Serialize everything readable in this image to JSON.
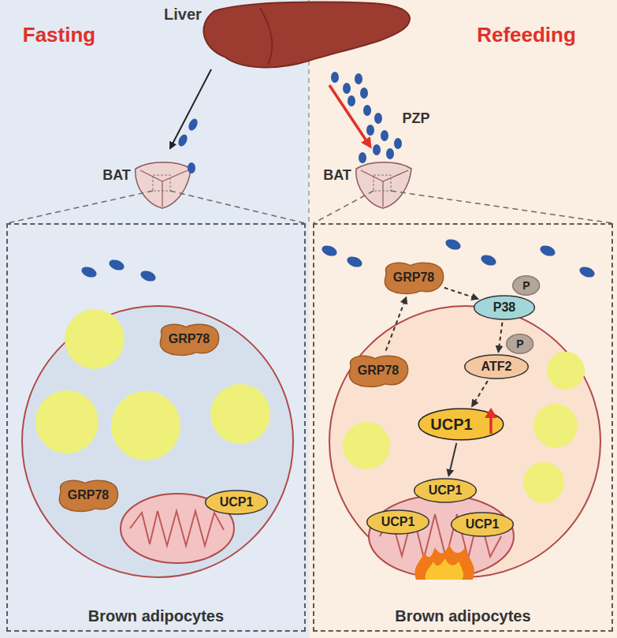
{
  "diagram": {
    "nodes": [
      {
        "text": [
          "Brown adipocytes"
        ]
      },
      {
        "text": [
          "GRP78"
        ],
        "in": 0
      },
      {
        "text": [
          "GRP78"
        ],
        "in": 0
      },
      {
        "text": [
          "UCP1"
        ],
        "in": 0
      },
      {
        "text": [
          "Brown adipocytes"
        ]
      },
      {
        "text": [
          "GRP78"
        ],
        "in": 4
      },
      {
        "text": [
          "GRP78"
        ],
        "in": 4
      },
      {
        "text": [
          "P38"
        ],
        "in": 4
      },
      {
        "text": [
          "P"
        ],
        "in": 4
      },
      {
        "text": [
          "ATF2"
        ],
        "in": 4
      },
      {
        "text": [
          "P"
        ],
        "in": 4
      },
      {
        "text": [
          "UCP1"
        ],
        "in": 4
      },
      {
        "text": [
          "UCP1"
        ],
        "in": 4
      },
      {
        "text": [
          "UCP1"
        ],
        "in": 4
      },
      {
        "text": [
          "UCP1"
        ],
        "in": 4
      }
    ],
    "edges": [
      {
        "from": 5,
        "to": 6,
        "arrow": "to"
      },
      {
        "from": 6,
        "to": 7,
        "arrow": "to"
      },
      {
        "from": 7,
        "to": 9,
        "arrow": "to"
      },
      {
        "from": 9,
        "to": 11,
        "arrow": "to"
      },
      {
        "from": 11,
        "to": 12,
        "arrow": "to"
      }
    ],
    "labels": [
      "Liver",
      "Fasting",
      "Refeeding",
      "PZP",
      "BAT",
      "BAT"
    ]
  }
}
